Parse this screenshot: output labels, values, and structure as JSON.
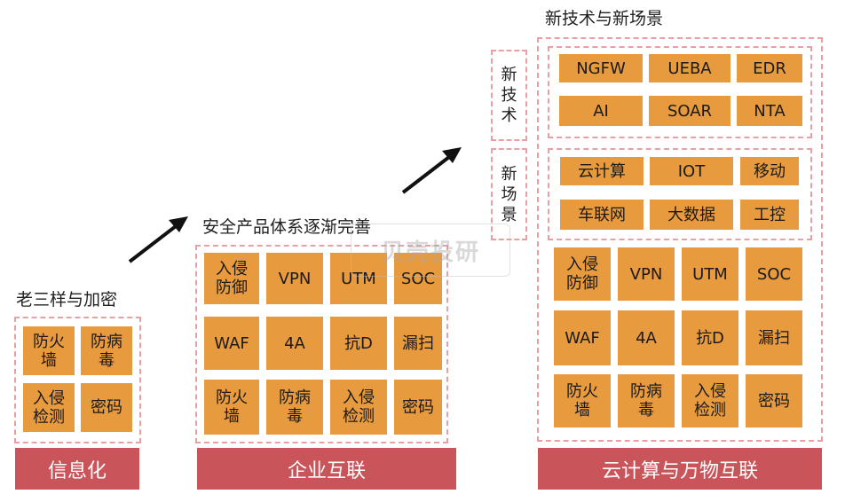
{
  "colors": {
    "tile": "#e79a3e",
    "base": "#c9545a",
    "frame": "#e8a0a4",
    "arrow": "#111111"
  },
  "stage1": {
    "caption": "老三样与加密",
    "base": "信息化",
    "tiles": [
      "防火\n墙",
      "防病\n毒",
      "入侵\n检测",
      "密码"
    ]
  },
  "stage2": {
    "caption": "安全产品体系逐渐完善",
    "base": "企业互联",
    "tiles": [
      "入侵\n防御",
      "VPN",
      "UTM",
      "SOC",
      "WAF",
      "4A",
      "抗D",
      "漏扫",
      "防火\n墙",
      "防病\n毒",
      "入侵\n检测",
      "密码"
    ]
  },
  "stage3": {
    "caption": "新技术与新场景",
    "base": "云计算与万物互联",
    "side_labels": {
      "tech": "新\n技\n术",
      "scene": "新\n场\n景"
    },
    "tech_tiles": [
      "NGFW",
      "UEBA",
      "EDR",
      "AI",
      "SOAR",
      "NTA"
    ],
    "scene_tiles": [
      "云计算",
      "IOT",
      "移动",
      "车联网",
      "大数据",
      "工控"
    ],
    "tiles": [
      "入侵\n防御",
      "VPN",
      "UTM",
      "SOC",
      "WAF",
      "4A",
      "抗D",
      "漏扫",
      "防火\n墙",
      "防病\n毒",
      "入侵\n检测",
      "密码"
    ]
  },
  "watermark": "贝壳投研"
}
